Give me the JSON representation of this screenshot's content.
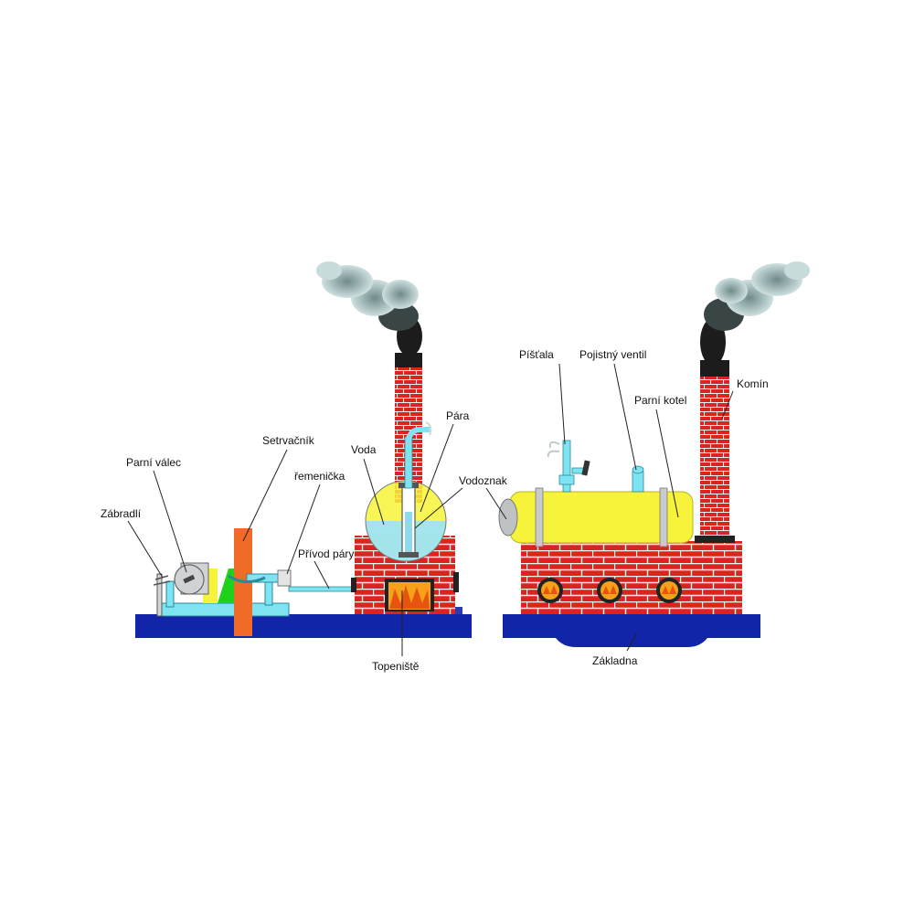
{
  "labels": {
    "parni_valec": "Parní válec",
    "zabradli": "Zábradlí",
    "setrvacnik": "Setrvačník",
    "remenicka": "řemenička",
    "privod_pary": "Přívod páry",
    "voda": "Voda",
    "para": "Pára",
    "vodoznak": "Vodoznak",
    "topeniste": "Topeniště",
    "pistala": "Píšťala",
    "pojistny_ventil": "Pojistný ventil",
    "parni_kotel": "Parní kotel",
    "komin": "Komín",
    "zakladna": "Základna"
  },
  "colors": {
    "base": "#1224a8",
    "brick": "#d9241f",
    "mortar": "#f3f3f3",
    "boiler": "#f7f33a",
    "pipe": "#7fe3f2",
    "cylinder": "#cfd2d4",
    "flywheel": "#f06b26",
    "green": "#1fd11a",
    "fire": "#f5a21a",
    "smoke_dark": "#1c1c1c",
    "smoke_light": "#a9c8c8"
  }
}
